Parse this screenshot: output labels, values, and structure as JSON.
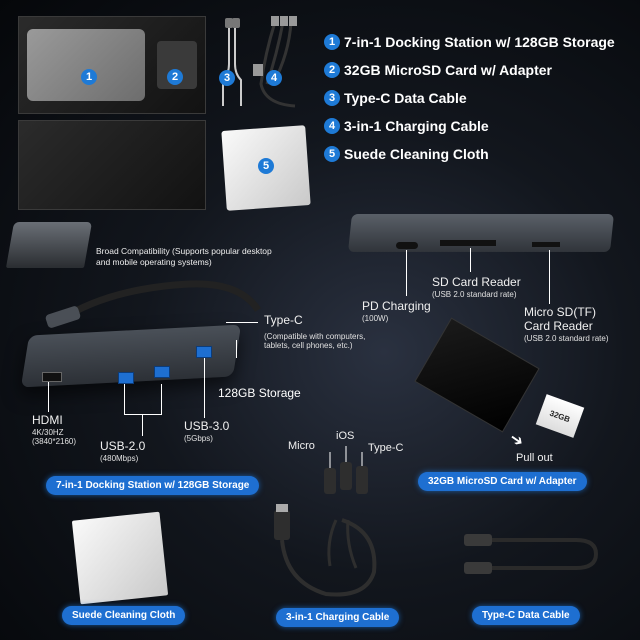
{
  "legend": {
    "items": [
      {
        "num": "1",
        "label": "7-in-1 Docking Station w/ 128GB Storage"
      },
      {
        "num": "2",
        "label": "32GB MicroSD Card w/ Adapter"
      },
      {
        "num": "3",
        "label": "Type-C Data Cable"
      },
      {
        "num": "4",
        "label": "3-in-1 Charging Cable"
      },
      {
        "num": "5",
        "label": "Suede Cleaning Cloth"
      }
    ]
  },
  "package_markers": {
    "m1": "1",
    "m2": "2",
    "m3": "3",
    "m4": "4",
    "m5": "5"
  },
  "dock_side": {
    "pd_title": "PD Charging",
    "pd_sub": "(100W)",
    "sd_title": "SD Card Reader",
    "sd_sub": "(USB 2.0  standard rate)",
    "micro_title": "Micro SD(TF)\nCard Reader",
    "micro_sub": "(USB 2.0  standard rate)"
  },
  "dock_main": {
    "compat": "Broad Compatibility (Supports popular desktop and mobile operating systems)",
    "typec_title": "Type-C",
    "typec_sub": "(Compatible with computers, tablets, cell phones, etc.)",
    "storage": "128GB Storage",
    "hdmi_title": "HDMI",
    "hdmi_sub": "4K/30HZ\n(3840*2160)",
    "usb2_title": "USB-2.0",
    "usb2_sub": "(480Mbps)",
    "usb3_title": "USB-3.0",
    "usb3_sub": "(5Gbps)"
  },
  "sd_card": {
    "pull_out": "Pull out",
    "card_text": "32GB"
  },
  "cable_labels": {
    "micro": "Micro",
    "ios": "iOS",
    "typec": "Type-C"
  },
  "pills": {
    "dock": "7-in-1 Docking Station w/ 128GB Storage",
    "sd": "32GB MicroSD Card w/ Adapter",
    "cloth": "Suede Cleaning Cloth",
    "charging": "3-in-1 Charging Cable",
    "typec": "Type-C Data Cable"
  },
  "colors": {
    "accent": "#1e6fd1",
    "background": "#0b0e13"
  }
}
